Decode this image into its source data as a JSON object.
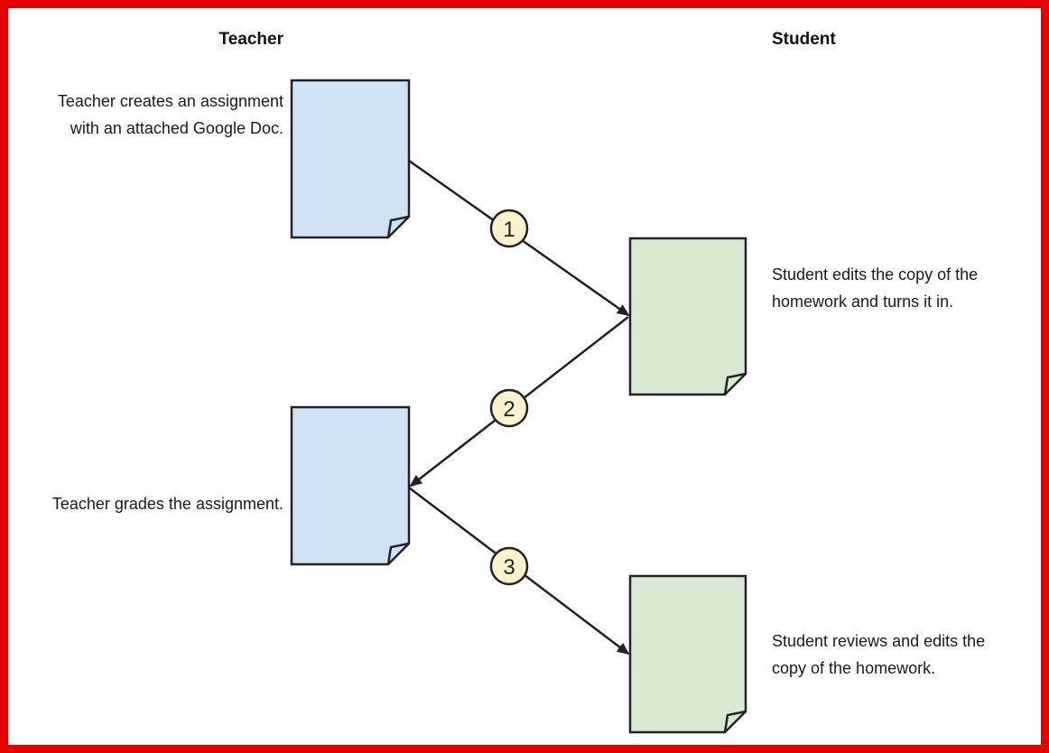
{
  "headers": {
    "teacher": "Teacher",
    "student": "Student"
  },
  "descriptions": {
    "step1": "Teacher creates an assignment with an attached Google Doc.",
    "step2": "Student edits the copy of the homework and turns it in.",
    "step3": "Teacher grades the assignment.",
    "step4": "Student reviews and edits the copy of the homework."
  },
  "steps": [
    "1",
    "2",
    "3"
  ],
  "colors": {
    "frame": "#e60000",
    "teacher_doc": "#cfe2f3",
    "student_doc": "#d9ead3",
    "step_circle": "#fff2cc",
    "stroke": "#222222"
  }
}
